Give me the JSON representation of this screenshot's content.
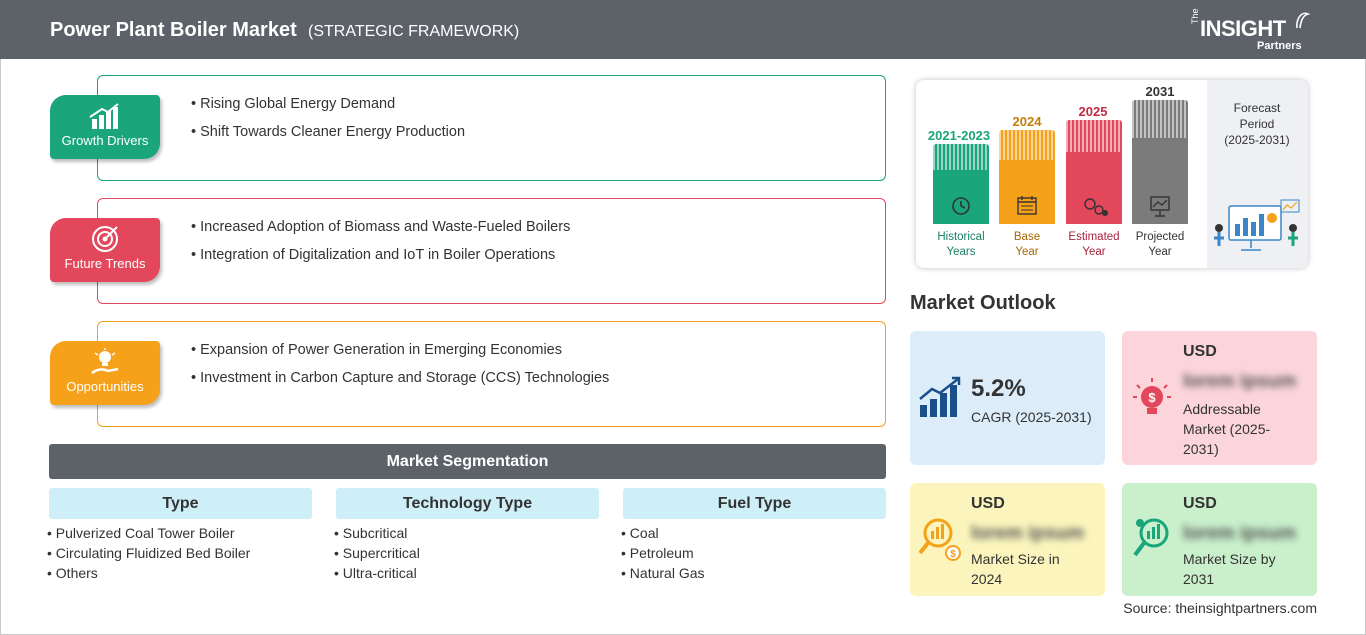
{
  "header": {
    "title": "Power Plant Boiler Market",
    "subtitle": "(STRATEGIC FRAMEWORK)",
    "logo_the": "The",
    "logo_main": "INSIGHT",
    "logo_sub": "Partners"
  },
  "framework": [
    {
      "label": "Growth Drivers",
      "icon": "bar-chart-growth-icon",
      "color": "#1aa57a",
      "items": [
        "Rising Global Energy Demand",
        "Shift Towards Cleaner Energy Production"
      ]
    },
    {
      "label": "Future Trends",
      "icon": "target-icon",
      "color": "#e3475b",
      "items": [
        "Increased Adoption of Biomass and Waste-Fueled Boilers",
        "Integration of Digitalization and IoT in Boiler Operations"
      ]
    },
    {
      "label": "Opportunities",
      "icon": "lightbulb-hand-icon",
      "color": "#f6a11a",
      "items": [
        "Expansion of Power Generation in Emerging Economies",
        "Investment in Carbon Capture and Storage (CCS) Technologies"
      ]
    }
  ],
  "segmentation": {
    "title": "Market Segmentation",
    "columns": [
      {
        "heading": "Type",
        "items": [
          "Pulverized Coal Tower Boiler",
          "Circulating Fluidized Bed Boiler",
          "Others"
        ]
      },
      {
        "heading": "Technology Type",
        "items": [
          "Subcritical",
          "Supercritical",
          "Ultra-critical"
        ]
      },
      {
        "heading": "Fuel Type",
        "items": [
          "Coal",
          "Petroleum",
          "Natural Gas"
        ]
      }
    ]
  },
  "timeline": {
    "periods": [
      {
        "year": "2021-2023",
        "caption_line1": "Historical",
        "caption_line2": "Years",
        "color": "#1aa57a",
        "icon": "history-clock-icon"
      },
      {
        "year": "2024",
        "caption_line1": "Base",
        "caption_line2": "Year",
        "color": "#f6a11a",
        "icon": "calendar-icon"
      },
      {
        "year": "2025",
        "caption_line1": "Estimated",
        "caption_line2": "Year",
        "color": "#e3475b",
        "icon": "estimate-gears-icon"
      },
      {
        "year": "2031",
        "caption_line1": "Projected",
        "caption_line2": "Year",
        "color": "#7b7b7b",
        "icon": "projection-board-icon"
      }
    ],
    "forecast_line1": "Forecast",
    "forecast_line2": "Period",
    "forecast_line3": "(2025-2031)"
  },
  "outlook": {
    "title": "Market Outlook",
    "cagr": {
      "value": "5.2%",
      "label": "CAGR (2025-2031)",
      "bg": "#dcecf8",
      "icon": "growth-chart-icon"
    },
    "addressable": {
      "currency": "USD",
      "value": "lorem ipsum",
      "label_line1": "Addressable",
      "label_line2": "Market (2025-",
      "label_line3": "2031)",
      "bg": "#fbd5da",
      "icon": "bulb-dollar-icon"
    },
    "size_2024": {
      "currency": "USD",
      "value": "lorem ipsum",
      "label_line1": "Market Size in",
      "label_line2": "2024",
      "bg": "#fbf5bd",
      "icon": "magnifier-dollar-icon"
    },
    "size_2031": {
      "currency": "USD",
      "value": "lorem ipsum",
      "label_line1": "Market Size by",
      "label_line2": "2031",
      "bg": "#c9efcb",
      "icon": "magnifier-chart-icon"
    }
  },
  "source": "Source: theinsightpartners.com"
}
